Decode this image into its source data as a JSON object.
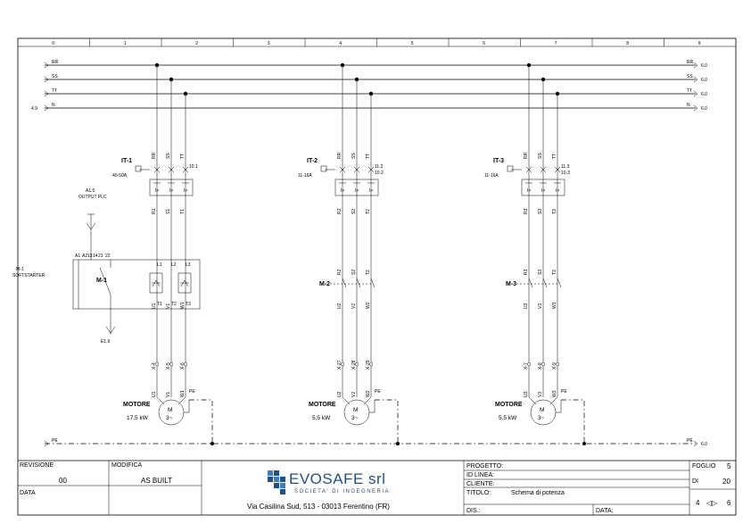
{
  "grid": {
    "columns": [
      "0",
      "1",
      "2",
      "3",
      "4",
      "5",
      "6",
      "7",
      "8",
      "9"
    ]
  },
  "buses": [
    {
      "name": "RR",
      "ref": "6.0"
    },
    {
      "name": "SS",
      "ref": "6.0"
    },
    {
      "name": "TT",
      "ref": "6.0"
    },
    {
      "name": "N",
      "ref": "6.0",
      "left_ref": "4.9"
    }
  ],
  "pe_bus": {
    "name": "PE",
    "ref": "6.0"
  },
  "feeders": [
    {
      "breaker": "IT-1",
      "breaker_rating": "40-50A",
      "breaker_aux": [
        "10.1"
      ],
      "input_terms": [
        "RR",
        "SS",
        "TT"
      ],
      "mid_terms": [
        "R1",
        "S1",
        "T1"
      ],
      "device": "M-1",
      "out_terms": [
        "U1",
        "V1",
        "W1"
      ],
      "terminals": [
        "X-4",
        "X-5",
        "X-6"
      ],
      "motor_terms": [
        "U1",
        "V1",
        "W1"
      ],
      "motor_label": "MOTORE",
      "motor_power": "17,5 kW"
    },
    {
      "breaker": "IT-2",
      "breaker_rating": "11-16A",
      "breaker_aux": [
        "11.2",
        "10.2"
      ],
      "input_terms": [
        "RR",
        "SS",
        "TT"
      ],
      "mid_terms": [
        "R2",
        "S2",
        "T2"
      ],
      "mid_terms2": [
        "R2",
        "S2",
        "T2"
      ],
      "device": "M-2",
      "out_terms": [
        "U2",
        "V2",
        "W2"
      ],
      "terminals": [
        "X-27",
        "X-28",
        "X-29"
      ],
      "motor_terms": [
        "U2",
        "V2",
        "W2"
      ],
      "motor_label": "MOTORE",
      "motor_power": "5,5 kW"
    },
    {
      "breaker": "IT-3",
      "breaker_rating": "11-16A",
      "breaker_aux": [
        "11.3",
        "10.3"
      ],
      "input_terms": [
        "RR",
        "SS",
        "TT"
      ],
      "mid_terms": [
        "R3",
        "S3",
        "T3"
      ],
      "mid_terms2": [
        "R3",
        "S3",
        "T3"
      ],
      "device": "M-3",
      "out_terms": [
        "U3",
        "V3",
        "W3"
      ],
      "terminals": [
        "X-7",
        "X-8",
        "X-9"
      ],
      "motor_terms": [
        "U3",
        "V3",
        "W3"
      ],
      "motor_label": "MOTORE",
      "motor_power": "5,5 kW"
    }
  ],
  "motor_symbol": {
    "letter": "M",
    "phase": "3~"
  },
  "softstarter": {
    "name": "M-1",
    "label": "SOFTSTARTER",
    "plc_ref": "A1.5",
    "plc_label": "OUTPUT PLC",
    "out_ref": "E1.9",
    "small_terms": [
      "A1",
      "A2",
      "13",
      "14",
      "21",
      "22",
      "L1",
      "L2",
      "L3",
      "T1",
      "T2",
      "T3"
    ]
  },
  "title_block": {
    "revisione_label": "REVISIONE",
    "revisione_value": "00",
    "modifica_label": "MODIFICA",
    "modifica_value": "AS BUILT",
    "data_label": "DATA",
    "company": "EVOSAFE srl",
    "company_sub": "SOCIETA' DI INGEGNERIA",
    "address": "Via Casilina Sud, 513 - 03013 Ferentino (FR)",
    "progetto_label": "PROGETTO:",
    "id_linea_label": "ID LINEA:",
    "cliente_label": "CLIENTE:",
    "titolo_label": "TITOLO:",
    "titolo_value": "Schema di potenza",
    "dis_label": "DIS.:",
    "data2_label": "DATA:",
    "foglio_label": "FOGLIO",
    "foglio_value": "5",
    "di_label": "DI",
    "di_value": "20",
    "prev_page": "4",
    "next_page": "6"
  },
  "colors": {
    "ink": "#000000",
    "logo": "#1d4f8f",
    "logo_accent": "#3a7fc4"
  }
}
